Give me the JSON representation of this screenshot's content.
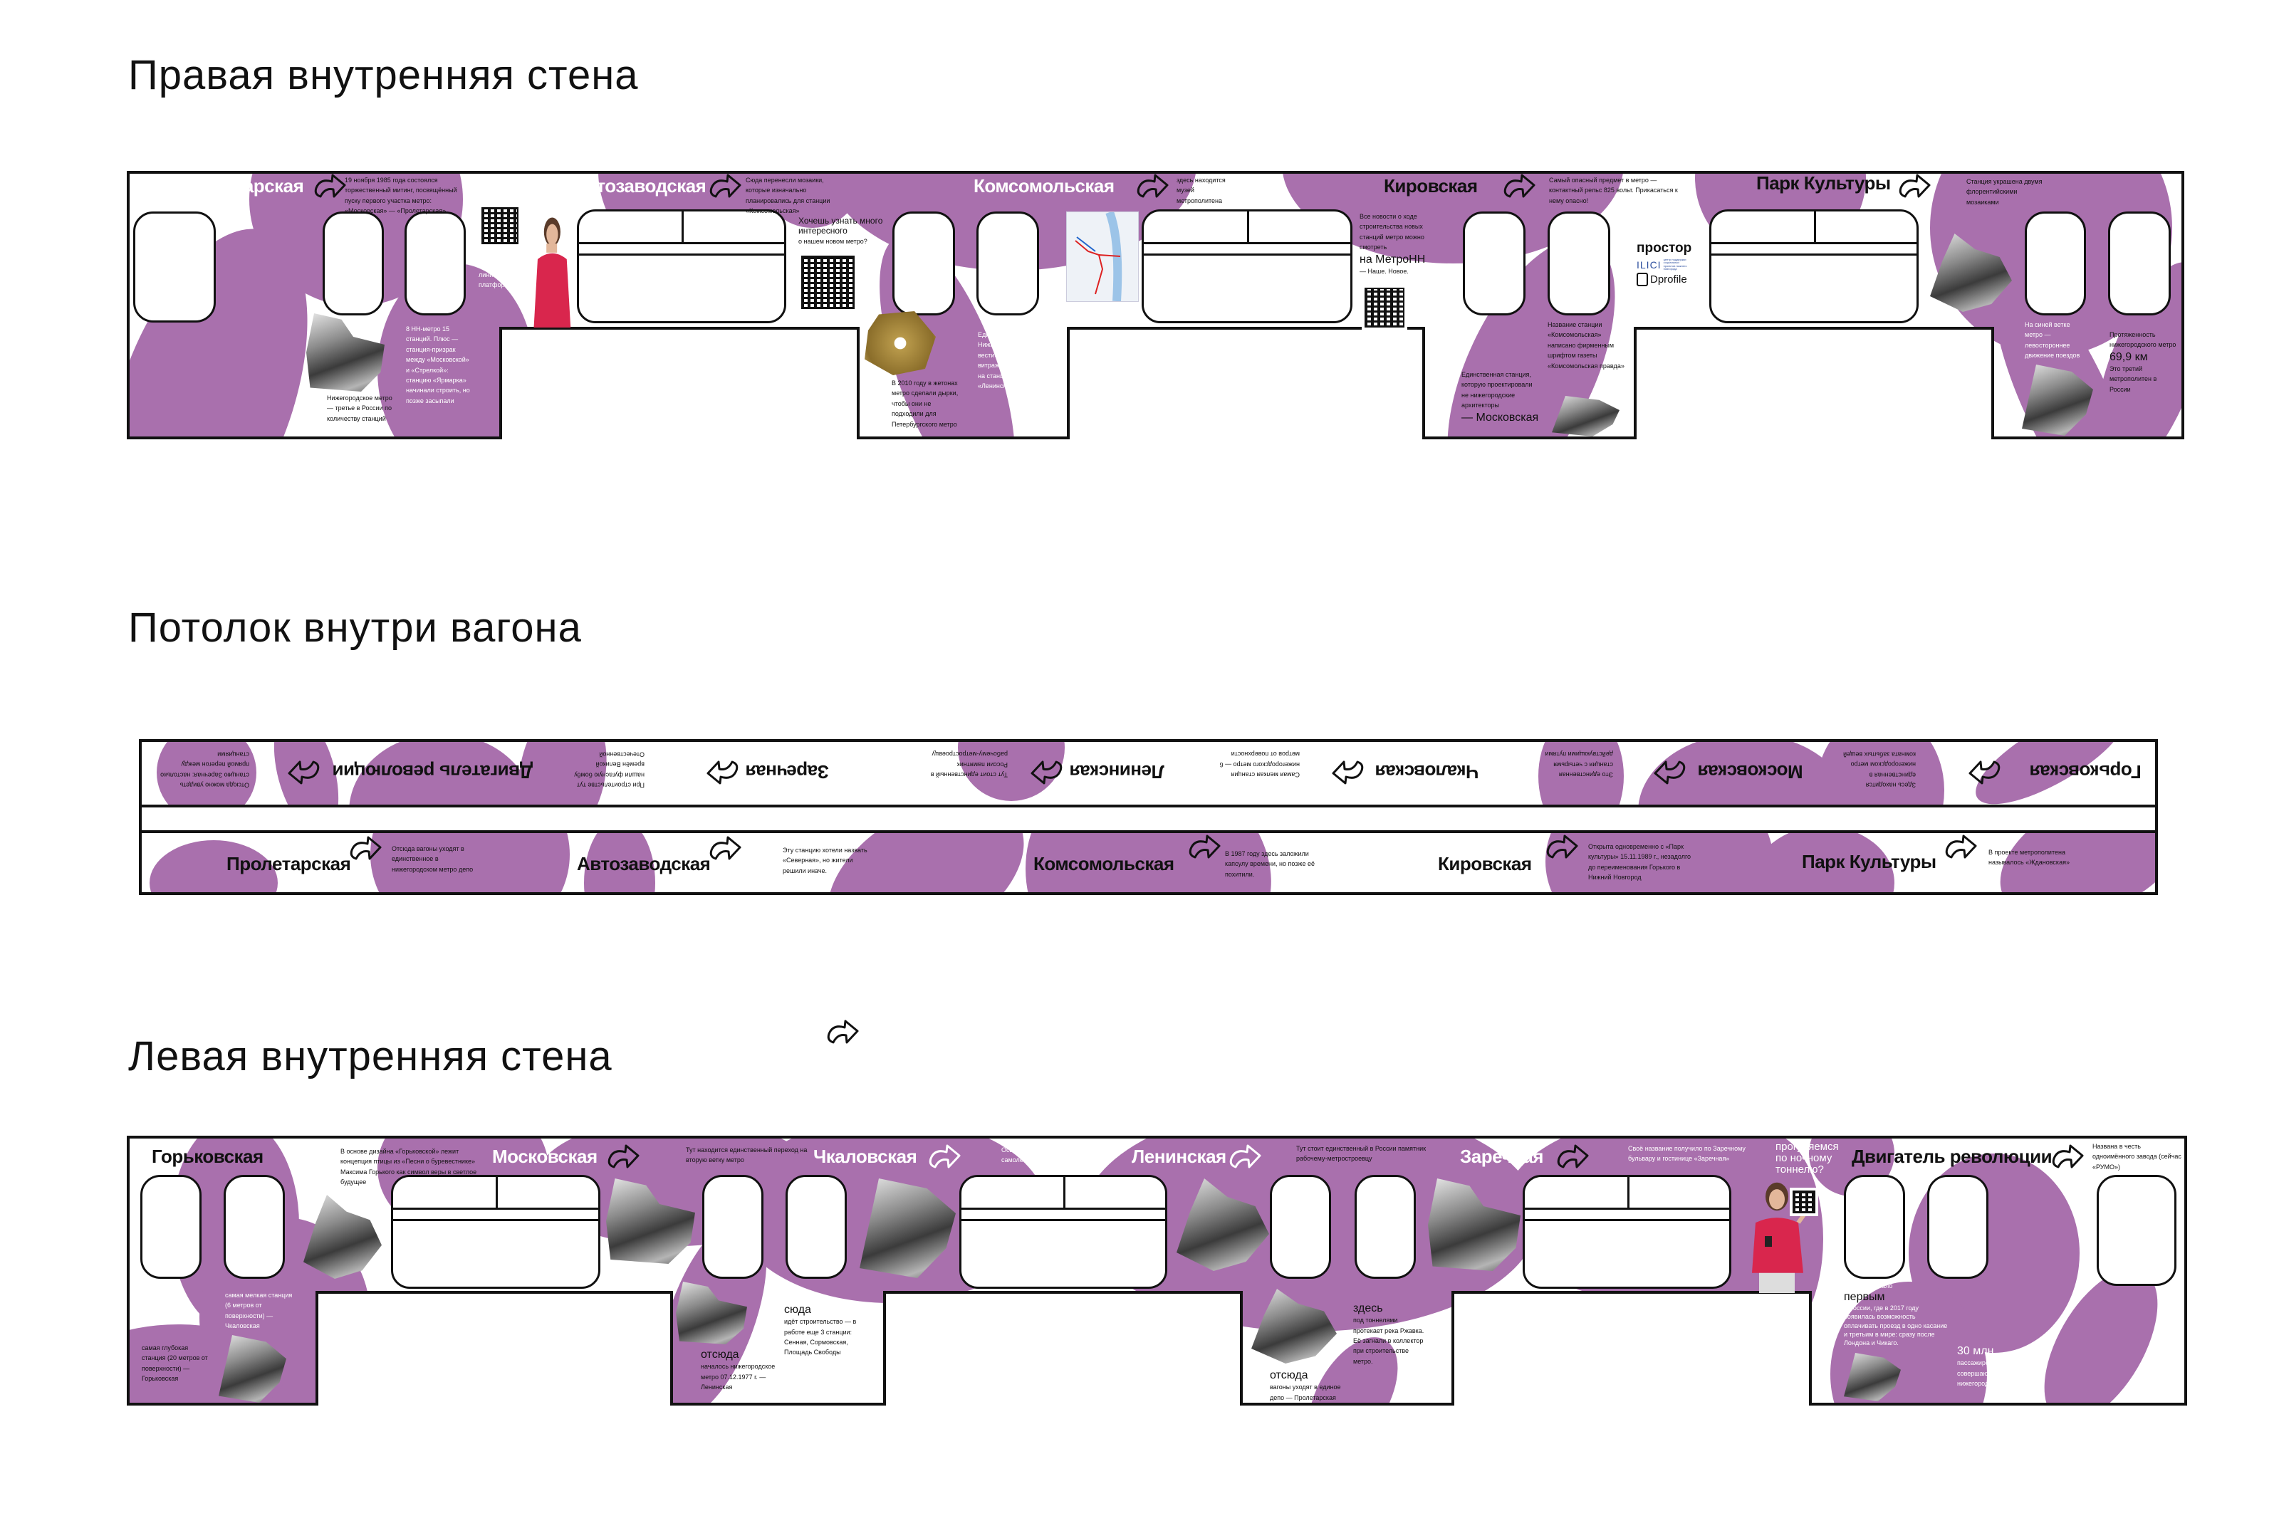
{
  "titles": {
    "right_wall": "Правая внутренняя стена",
    "ceiling": "Потолок внутри вагона",
    "left_wall": "Левая внутренняя стена"
  },
  "colors": {
    "accent": "#a970ad",
    "outline": "#111111"
  },
  "right_wall": {
    "stations": [
      {
        "name": "Пролетарская",
        "fact": "19 ноября 1985 года состоялся торжественный митинг, посвящённый пуску первого участка метро: «Московская» — «Пролетарская»"
      },
      {
        "name": "Автозаводская",
        "fact": "Сюда перенесли мозаики, которые изначально планировались для станции «Комсомольская»"
      },
      {
        "name": "Комсомольская",
        "fact": "здесь находится музей метрополитена"
      },
      {
        "name": "Кировская",
        "fact": "Самый опасный предмет в метро — контактный рельс 825 вольт. Прикасаться к нему опасно!"
      },
      {
        "name": "Парк Культуры",
        "fact": "Станция украшена двумя флорентийскими мозаиками"
      }
    ],
    "notes": {
      "platform_line": "зачем нужна ограничительная линия на платформе?",
      "ghost_station": "8 НН-метро 15 станций. Плюс — станция-призрак между «Московской» и «Стрелкой»: станцию «Ярмарка» начинали строить, но позже засыпали",
      "third_in_russia": "Нижегородское метро — третье в России по количеству станций",
      "learn_more_pre": "Хочешь узнать много интересного",
      "learn_more_post": "о нашем новом метро?",
      "stained_glass": "Единственный в Нижнем Новгороде вестибюль метро с витражами находится на станции «Ленинская»",
      "tokens": "В 2010 году в жетонах метро сделали дырки, чтобы они не подходили для Петербургского метро",
      "news_pre": "Все новости о ходе строительства новых станций метро можно смотреть",
      "news_big": "на МетроНН",
      "news_post": "— Наше. Новое.",
      "architects": "Единственная станция, которую проектировали не нижегородские архитекторы",
      "architects_big": "— Московская",
      "font_note": "Название станции «Комсомольская» написано фирменным шрифтом газеты «Комсомольская правда»",
      "left_traffic": "На синей ветке метро — левостороннее движение поездов",
      "length_pre": "Протяженность нижегородского метро",
      "length_big": "69,9 км",
      "length_post": "Это третий метрополитен в России"
    },
    "logos": {
      "prostor": "простор",
      "ilici": "ILICI",
      "ilici_caption": "центр поддержки социальных проектов нижнего новгорода",
      "dprofile": "Dprofile"
    }
  },
  "ceiling": {
    "upper": [
      {
        "name": "Двигатель революции",
        "fact": "Отсюда можно увидеть станцию Заречная: настолько прямой перегон между станциями"
      },
      {
        "name": "Заречная",
        "fact": "При строительстве тут нашли фугасную бомбу времён Великой Отечественной"
      },
      {
        "name": "Ленинская",
        "fact": "Тут стоит единственный в России памятник рабочему-метростроевцу"
      },
      {
        "name": "Чкаловская",
        "fact": "Самая мелкая станция нижегородского метро — 6 метров от поверхности"
      },
      {
        "name": "Московская",
        "fact": "Это единственная станция с четырьмя действующими путями"
      },
      {
        "name": "Горьковская",
        "fact": "Здесь находится единственная в нижегородском метро комната забытых вещей"
      }
    ],
    "lower": [
      {
        "name": "Пролетарская",
        "fact": "Отсюда вагоны уходят в единственное в нижегородском метро депо"
      },
      {
        "name": "Автозаводская",
        "fact": "Эту станцию хотели назвать «Северная», но жители решили иначе."
      },
      {
        "name": "Комсомольская",
        "fact": "В 1987 году здесь заложили капсулу времени, но позже её похитили."
      },
      {
        "name": "Кировская",
        "fact": "Открыта одновременно с «Парк культуры» 15.11.1989 г., незадолго до переименования Горького в Нижний Новгород"
      },
      {
        "name": "Парк Культуры",
        "fact": "В проекте метрополитена называлось «Ждановская»"
      }
    ]
  },
  "left_wall": {
    "stations": [
      {
        "name": "Горьковская",
        "fact": "В основе дизайна «Горьковской» лежит концепция птицы из «Песни о буревестнике» Максима Горького как символ веры в светлое будущее"
      },
      {
        "name": "Московская",
        "fact": "Тут находится единственный переход на вторую ветку метро"
      },
      {
        "name": "Чкаловская",
        "fact": "Освещение станции — в виде следа от самолёта"
      },
      {
        "name": "Ленинская",
        "fact": "Тут стоит единственный в России памятник рабочему-метростроевцу"
      },
      {
        "name": "Заречная",
        "fact": "Своё название получило по Заречному бульвару и гостинице «Заречная»"
      },
      {
        "name": "Двигатель революции",
        "fact": "Названа в честь одноимённого завода (сейчас «РУМО»)"
      }
    ],
    "notes": {
      "night_tunnel": "прогуляемся по ночному тоннелю?",
      "shallow": "самая мелкая станция (6 метров от поверхности) — Чкаловская",
      "deep": "самая глубокая станция (20 метров от поверхности) — Горьковская",
      "start_big": "отсюда",
      "start": "началось нижегородское метро 07.12.1977 г. — Ленинская",
      "construction_big": "сюда",
      "construction": "идёт строительство — в работе еще 3 станции: Сенная, Сормовская, Площадь Свободы",
      "river_big": "здесь",
      "river": "под тоннелями протекает река Ржавка. Её загнали в коллектор при строительстве метро.",
      "depot_big": "отсюда",
      "depot": "вагоны уходят в единое депо — Пролетарская",
      "contactless_pre": "Метро НН стало",
      "contactless_big": "первым",
      "contactless": "в России, где в 2017 году появилась возможность оплачивать проезд в одно касание и третьим в мире: сразу после Лондона и Чикаго.",
      "passengers_big": "30 млн",
      "passengers": "пассажиров ежегодно совершают поездки на нижегородском метро"
    }
  }
}
